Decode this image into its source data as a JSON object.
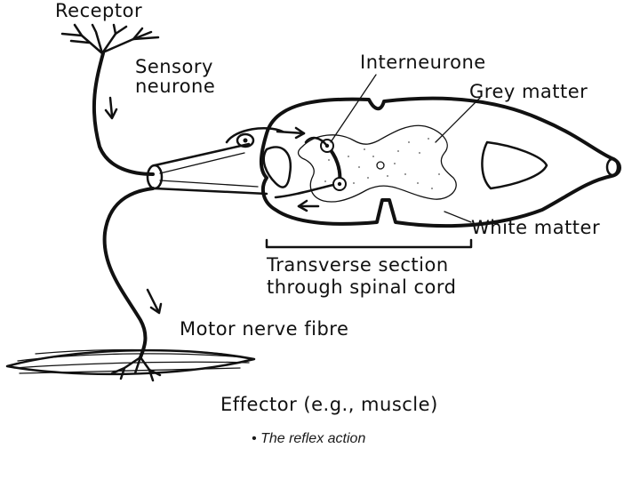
{
  "diagram": {
    "labels": {
      "receptor": "Receptor",
      "sensory_line1": "Sensory",
      "sensory_line2": "neurone",
      "interneurone": "Interneurone",
      "grey_matter": "Grey matter",
      "white_matter": "White matter",
      "transverse_line1": "Transverse section",
      "transverse_line2": "through spinal cord",
      "motor_nerve": "Motor nerve fibre",
      "effector": "Effector (e.g., muscle)"
    }
  },
  "caption": {
    "bullet": "•",
    "text": "The reflex action"
  },
  "colors": {
    "ink": "#111111",
    "background": "#ffffff"
  }
}
